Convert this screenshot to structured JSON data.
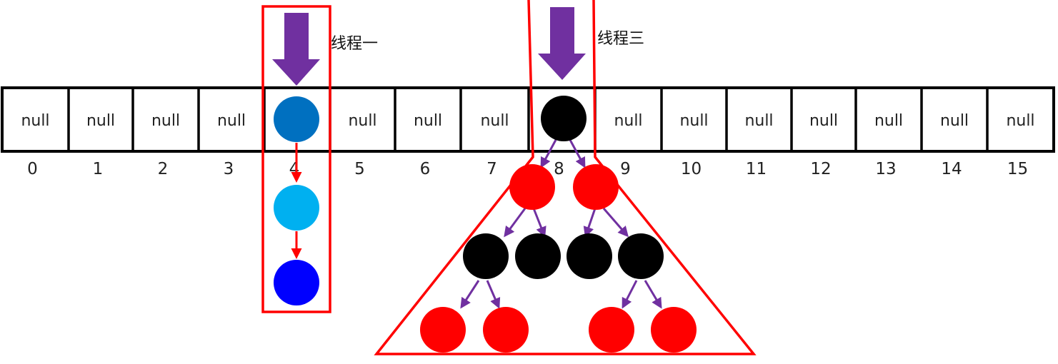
{
  "array": {
    "cells": [
      {
        "index": "0",
        "label": "null"
      },
      {
        "index": "1",
        "label": "null"
      },
      {
        "index": "2",
        "label": "null"
      },
      {
        "index": "3",
        "label": "null"
      },
      {
        "index": "4",
        "label": ""
      },
      {
        "index": "5",
        "label": "null"
      },
      {
        "index": "6",
        "label": "null"
      },
      {
        "index": "7",
        "label": "null"
      },
      {
        "index": "8",
        "label": ""
      },
      {
        "index": "9",
        "label": "null"
      },
      {
        "index": "10",
        "label": "null"
      },
      {
        "index": "11",
        "label": "null"
      },
      {
        "index": "12",
        "label": "null"
      },
      {
        "index": "13",
        "label": "null"
      },
      {
        "index": "14",
        "label": "null"
      },
      {
        "index": "15",
        "label": "null"
      }
    ]
  },
  "threads": {
    "thread1": {
      "label": "线程一",
      "target_index": "4"
    },
    "thread3": {
      "label": "线程三",
      "target_index": "8"
    }
  },
  "linked_list": {
    "bucket_index": "4",
    "node_colors": [
      "#0070C0",
      "#00B0F0",
      "#0000FF"
    ]
  },
  "red_black_tree": {
    "bucket_index": "8",
    "levels": [
      [
        "black"
      ],
      [
        "red",
        "red"
      ],
      [
        "black",
        "black",
        "black",
        "black"
      ],
      [
        "red",
        "red",
        "red",
        "red"
      ]
    ]
  },
  "colors": {
    "thread_arrow": "#7030A0",
    "highlight_outline": "#FF0000",
    "tree_edge": "#7030A0",
    "list_edge": "#FF0000",
    "red_node": "#FF0000",
    "black_node": "#000000",
    "grid_line": "#000000"
  }
}
